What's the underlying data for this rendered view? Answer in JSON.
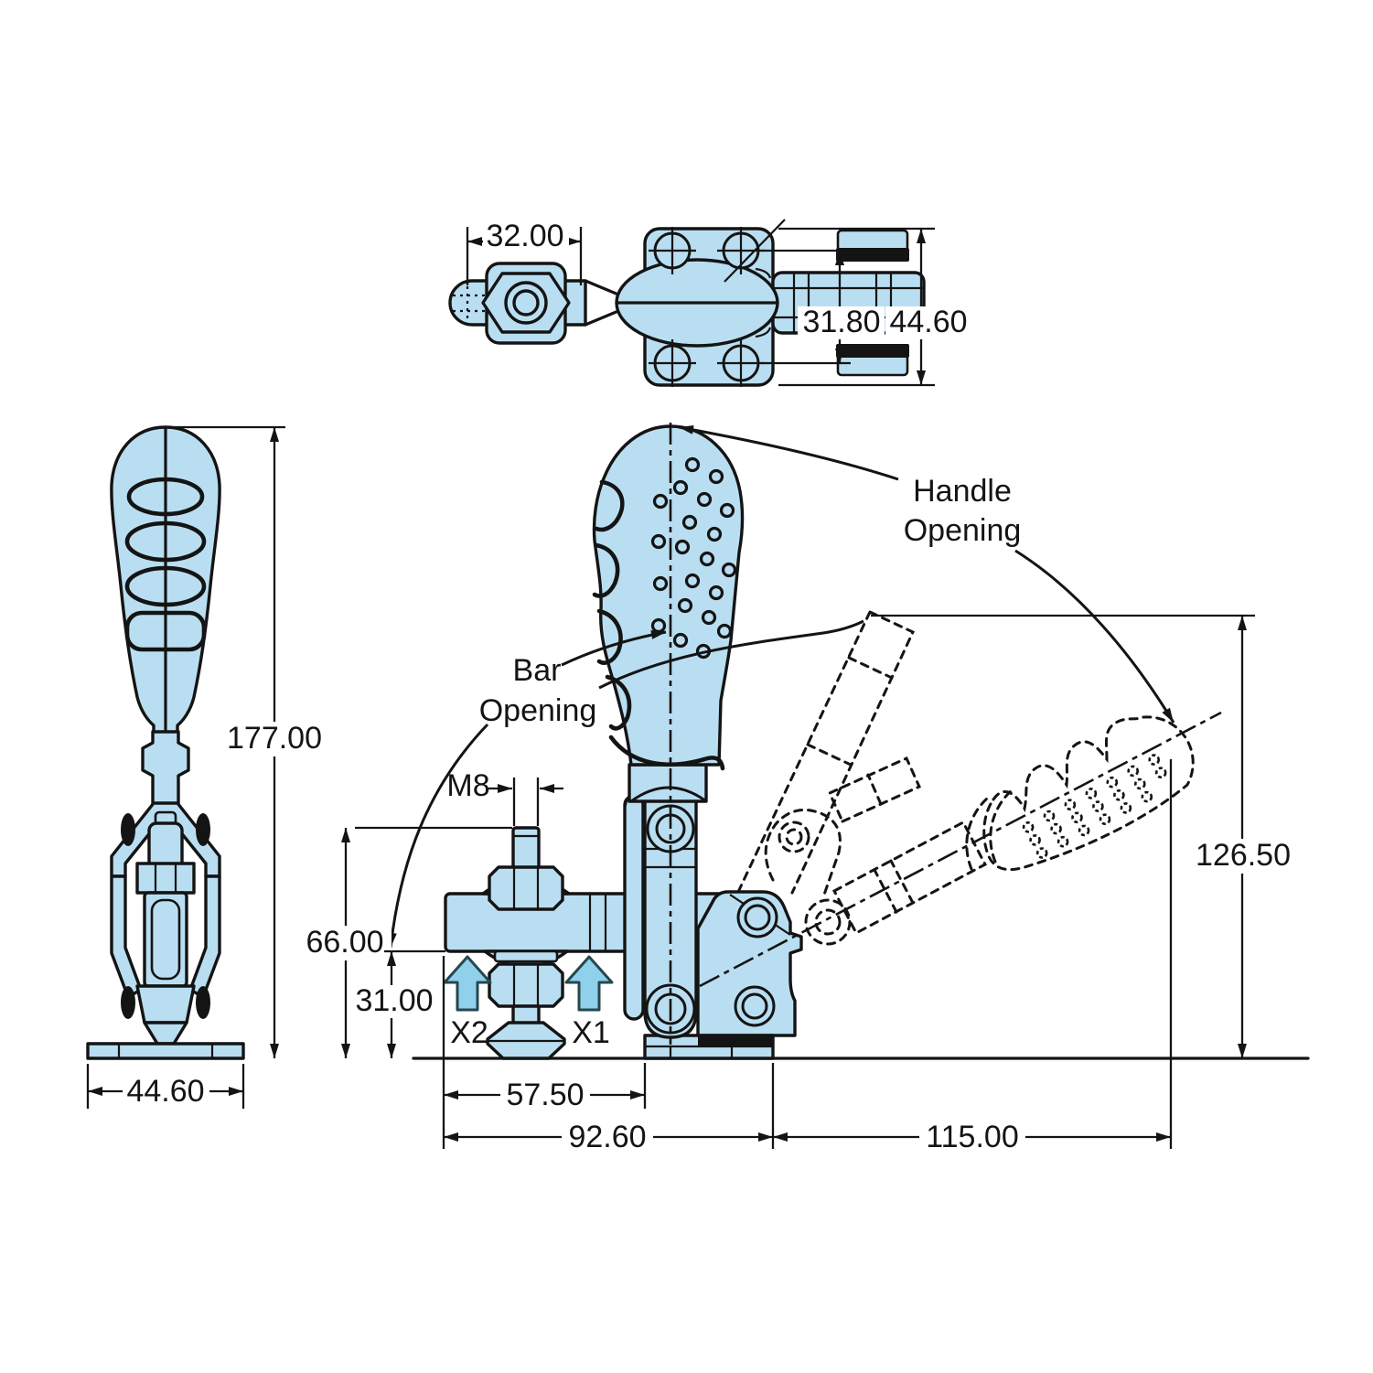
{
  "drawing": {
    "type": "engineering-dimension-drawing",
    "subject": "vertical toggle clamp",
    "colors": {
      "part_fill": "#b9def1",
      "position_arrow_fill": "#8fd0eb",
      "line": "#141414",
      "background": "#ffffff"
    },
    "top_view": {
      "bar_width": "32.00",
      "hole_spacing": "31.80",
      "plate_height": "44.60"
    },
    "side_view": {
      "total_height": "177.00",
      "base_width": "44.60"
    },
    "front_view": {
      "thread_label": "M8",
      "bar_opening_label_line1": "Bar",
      "bar_opening_label_line2": "Opening",
      "handle_opening_label_line1": "Handle",
      "handle_opening_label_line2": "Opening",
      "spindle_height": "66.00",
      "bar_height": "31.00",
      "position_label_left": "X2",
      "position_label_right": "X1",
      "bar_end_to_base": "57.50",
      "overall_depth": "92.60",
      "open_handle_reach": "115.00",
      "open_height": "126.50"
    }
  }
}
